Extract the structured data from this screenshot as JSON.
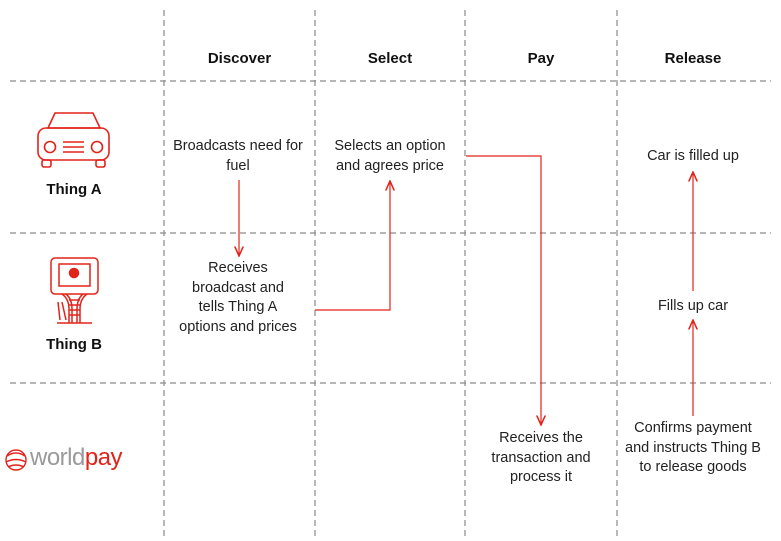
{
  "columns": {
    "discover": "Discover",
    "select": "Select",
    "pay": "Pay",
    "release": "Release"
  },
  "rows": {
    "thing_a": "Thing A",
    "thing_b": "Thing B"
  },
  "brand": {
    "part1": "world",
    "part2": "pay"
  },
  "steps": {
    "broadcast": "Broadcasts need for fuel",
    "select": "Selects an option and agrees price",
    "car_filled": "Car is filled up",
    "receives_broadcast": "Receives broadcast and tells Thing A options and prices",
    "fills_up": "Fills up car",
    "receives_transaction": "Receives the transaction and process it",
    "confirms": "Confirms payment and instructs Thing B to release goods"
  },
  "icons": {
    "thing_a": "car-icon",
    "thing_b": "fuel-pump-icon",
    "brand": "worldpay-logo"
  },
  "colors": {
    "accent": "#e2231a",
    "grid": "#8a8a8a",
    "text": "#222222"
  }
}
